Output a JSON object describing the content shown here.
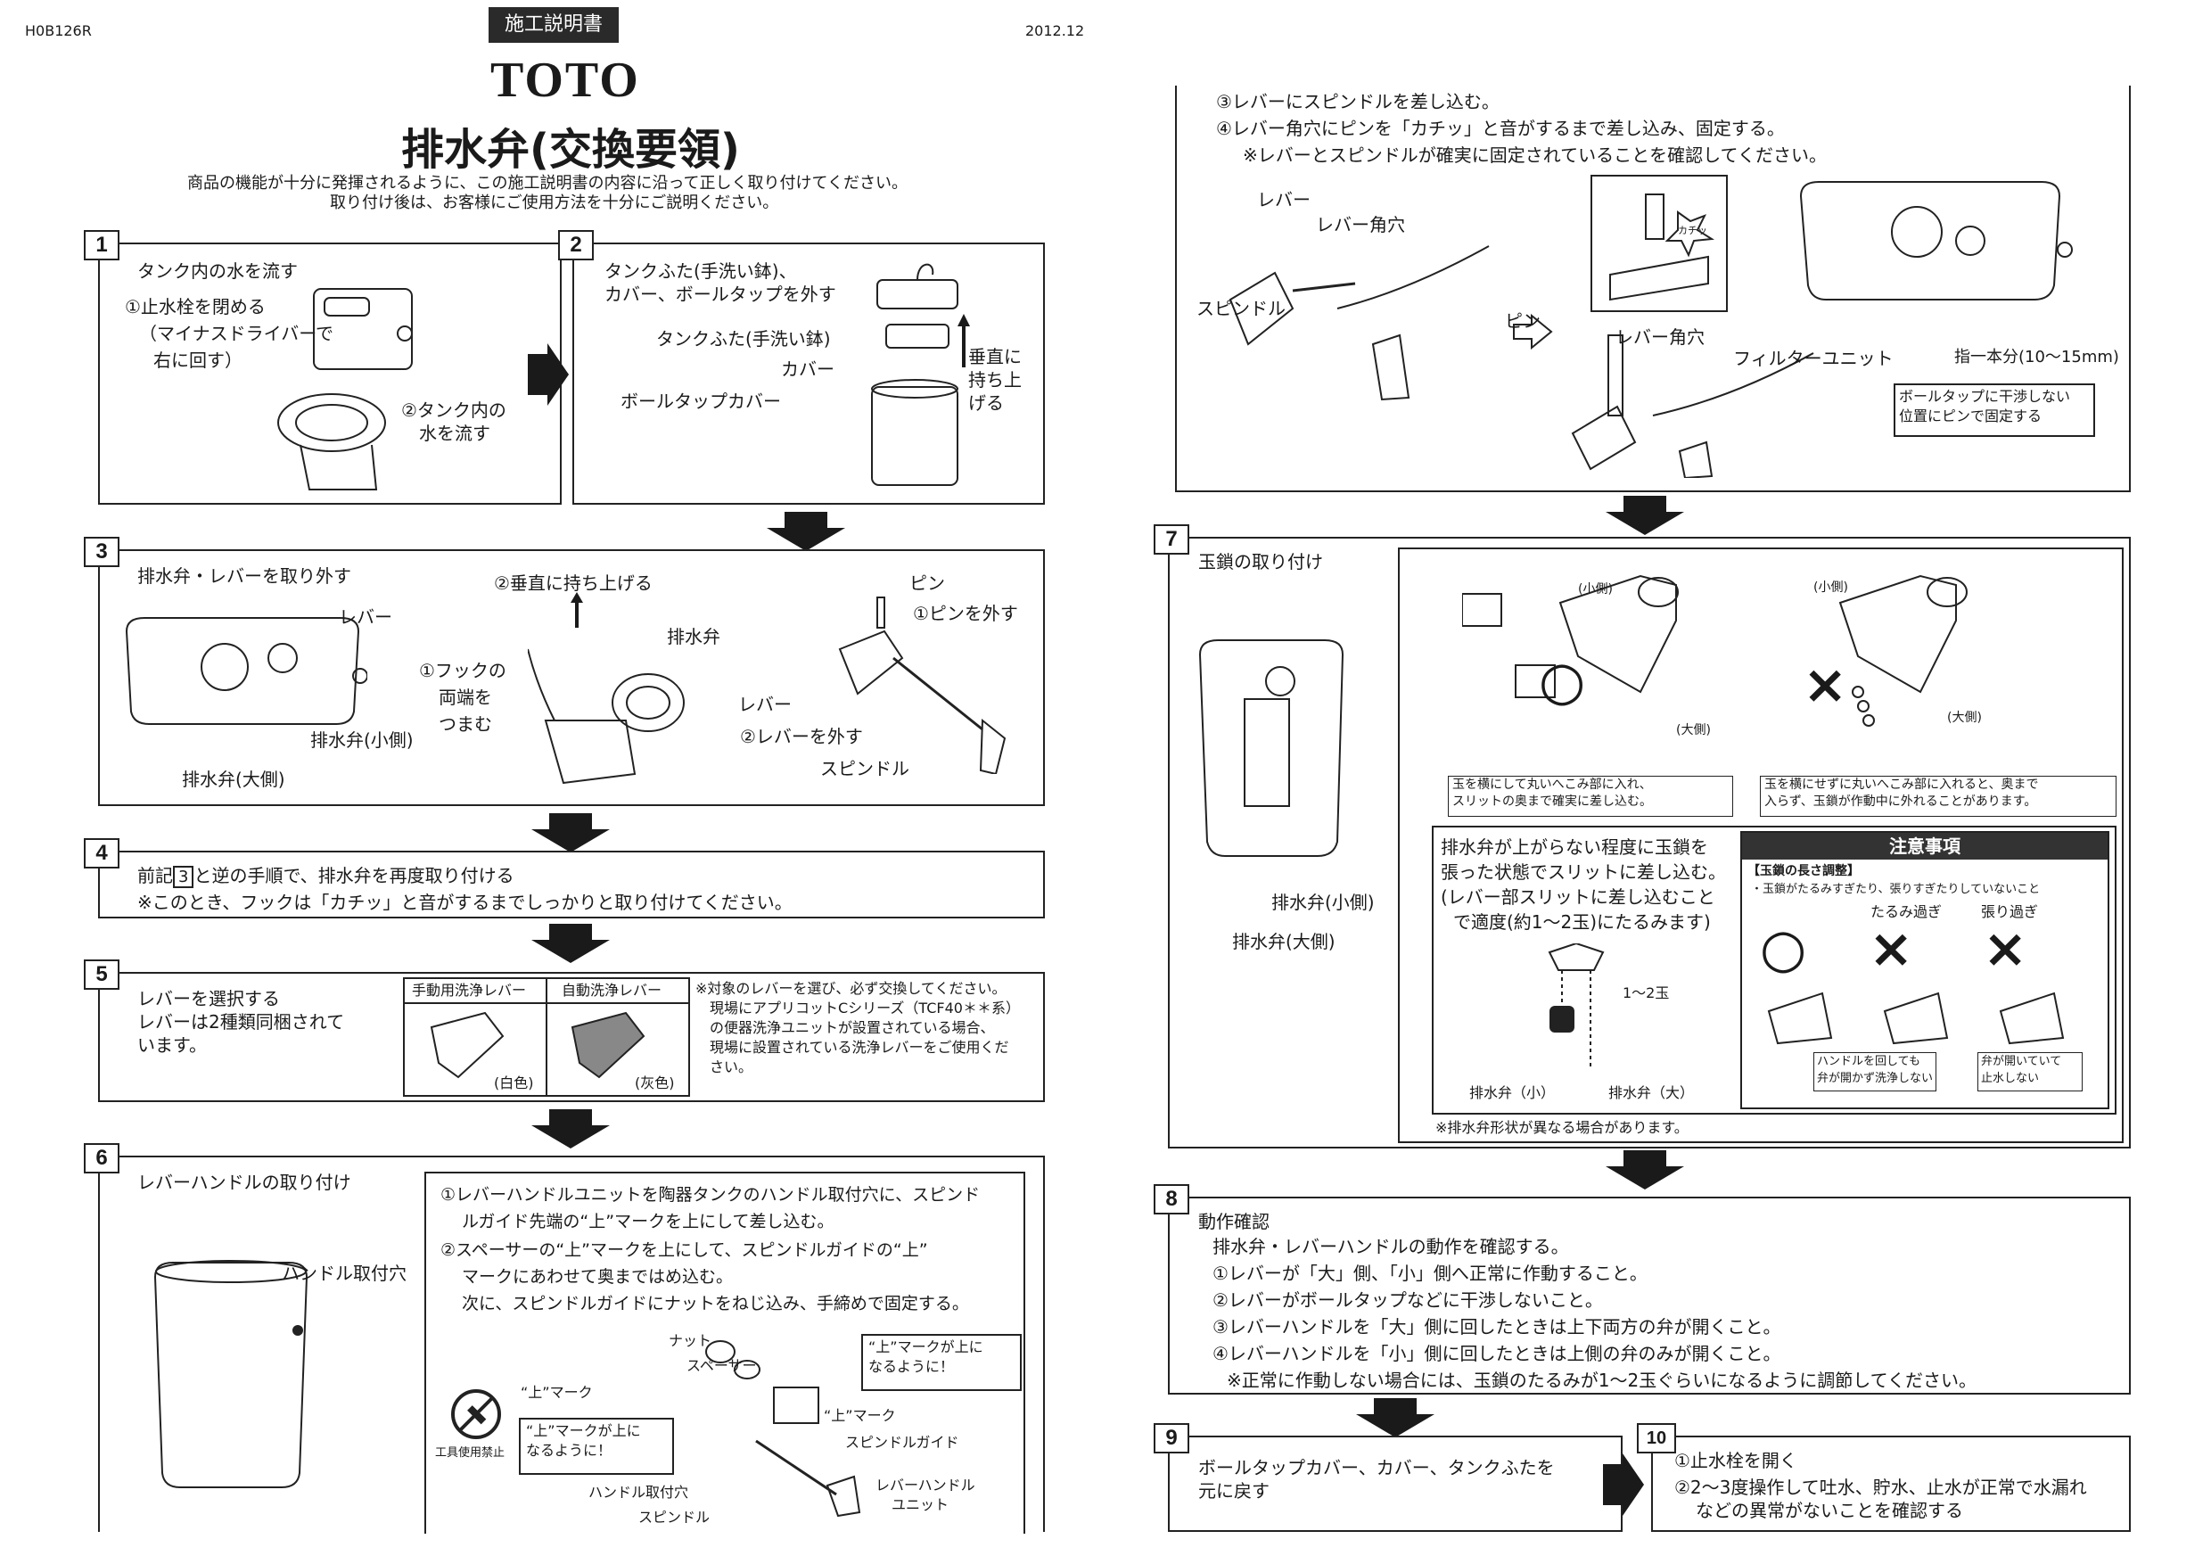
{
  "header": {
    "doc_code": "H0B126R",
    "badge": "施工説明書",
    "date": "2012.12",
    "brand": "TOTO",
    "title": "排水弁(交換要領)",
    "intro_line1": "商品の機能が十分に発揮されるように、この施工説明書の内容に沿って正しく取り付けてください。",
    "intro_line2": "取り付け後は、お客様にご使用方法を十分にご説明ください。"
  },
  "steps": {
    "s1": {
      "num": "1",
      "title": "タンク内の水を流す",
      "l1": "①止水栓を閉める",
      "l2": "（マイナスドライバーで",
      "l3": "右に回す）",
      "l4": "②タンク内の",
      "l5": "水を流す"
    },
    "s2": {
      "num": "2",
      "title1": "タンクふた(手洗い鉢)、",
      "title2": "カバー、ボールタップを外す",
      "l_lid": "タンクふた(手洗い鉢)",
      "l_cover": "カバー",
      "l_bt": "ボールタップカバー",
      "l_up1": "垂直に",
      "l_up2": "持ち上",
      "l_up3": "げる"
    },
    "s3": {
      "num": "3",
      "title": "排水弁・レバーを取り外す",
      "lever": "レバー",
      "small": "排水弁(小側)",
      "big": "排水弁(大側)",
      "lift": "②垂直に持ち上げる",
      "hook1": "①フックの",
      "hook2": "両端を",
      "hook3": "つまむ",
      "valve": "排水弁",
      "pin": "ピン",
      "pin_remove": "①ピンを外す",
      "lever2": "レバー",
      "lever_remove": "②レバーを外す",
      "spindle": "スピンドル"
    },
    "s4": {
      "num": "4",
      "line1_pre": "前記",
      "line1_ref": "3",
      "line1_post": "と逆の手順で、排水弁を再度取り付ける",
      "line2": "※このとき、フックは「カチッ」と音がするまでしっかりと取り付けてください。"
    },
    "s5": {
      "num": "5",
      "title1": "レバーを選択する",
      "title2": "レバーは2種類同梱されて",
      "title3": "います。",
      "col1": "手動用洗浄レバー",
      "col2": "自動洗浄レバー",
      "col1_color": "(白色)",
      "col2_color": "(灰色)",
      "note1": "※対象のレバーを選び、必ず交換してください。",
      "note2": "現場にアプリコットCシリーズ（TCF40＊＊系）",
      "note3": "の便器洗浄ユニットが設置されている場合、",
      "note4": "現場に設置されている洗浄レバーをご使用くだ",
      "note5": "さい。"
    },
    "s6": {
      "num": "6",
      "title": "レバーハンドルの取り付け",
      "hole": "ハンドル取付穴",
      "p1a": "①レバーハンドルユニットを陶器タンクのハンドル取付穴に、スピンド",
      "p1b": "ルガイド先端の“上”マークを上にして差し込む。",
      "p2a": "②スペーサーの“上”マークを上にして、スピンドルガイドの“上”",
      "p2b": "マークにあわせて奥まではめ込む。",
      "p2c": "次に、スピンドルガイドにナットをねじ込み、手締めで固定する。",
      "nut": "ナット",
      "spacer": "スペーサー",
      "mark1": "“上”マーク",
      "mark2": "“上”マーク",
      "callout1a": "“上”マークが上に",
      "callout1b": "なるように！",
      "callout2a": "“上”マークが上に",
      "callout2b": "なるように！",
      "guide": "スピンドルガイド",
      "hole2": "ハンドル取付穴",
      "spindle": "スピンドル",
      "unit1": "レバーハンドル",
      "unit2": "ユニット",
      "no_tool": "工具使用禁止"
    },
    "s6b": {
      "l1": "③レバーにスピンドルを差し込む。",
      "l2": "④レバー角穴にピンを「カチッ」と音がするまで差し込み、固定する。",
      "l3": "※レバーとスピンドルが確実に固定されていることを確認してください。",
      "lever": "レバー",
      "square": "レバー角穴",
      "spindle": "スピンドル",
      "pin": "ピン",
      "square2": "レバー角穴",
      "click": "カチッ",
      "filter": "フィルターユニット",
      "finger": "指一本分(10〜15mm)",
      "fix1": "ボールタップに干渉しない",
      "fix2": "位置にピンで固定する"
    },
    "s7": {
      "num": "7",
      "title": "玉鎖の取り付け",
      "small_side": "(小側)",
      "small_side2": "(小側)",
      "big_side": "(大側)",
      "big_side2": "(大側)",
      "ok_note1": "玉を横にして丸いへこみ部に入れ、",
      "ok_note2": "スリットの奥まで確実に差し込む。",
      "ng_note1": "玉を横にせずに丸いへこみ部に入れると、奥まで",
      "ng_note2": "入らず、玉鎖が作動中に外れることがあります。",
      "main1": "排水弁が上がらない程度に玉鎖を",
      "main2": "張った状態でスリットに差し込む。",
      "main3": "(レバー部スリットに差し込むこと",
      "main4": "で適度(約1〜2玉)にたるみます)",
      "chain": "1〜2玉",
      "v_small": "排水弁（小）",
      "v_big": "排水弁（大）",
      "caution": "注意事項",
      "adj": "【玉鎖の長さ調整】",
      "adj_note": "・玉鎖がたるみすぎたり、張りすぎたりしていないこと",
      "too_loose": "たるみ過ぎ",
      "too_tight": "張り過ぎ",
      "loose_note1": "ハンドルを回しても",
      "loose_note2": "弁が開かず洗浄しない",
      "tight_note1": "弁が開いていて",
      "tight_note2": "止水しない",
      "tank_small": "排水弁(小側)",
      "tank_big": "排水弁(大側)",
      "shape_note": "※排水弁形状が異なる場合があります。"
    },
    "s8": {
      "num": "8",
      "title": "動作確認",
      "l0": "排水弁・レバーハンドルの動作を確認する。",
      "l1": "①レバーが「大」側、「小」側へ正常に作動すること。",
      "l2": "②レバーがボールタップなどに干渉しないこと。",
      "l3": "③レバーハンドルを「大」側に回したときは上下両方の弁が開くこと。",
      "l4": "④レバーハンドルを「小」側に回したときは上側の弁のみが開くこと。",
      "l5": "※正常に作動しない場合には、玉鎖のたるみが1〜2玉ぐらいになるように調節してください。"
    },
    "s9": {
      "num": "9",
      "l1": "ボールタップカバー、カバー、タンクふたを",
      "l2": "元に戻す"
    },
    "s10": {
      "num": "10",
      "l1": "①止水栓を開く",
      "l2": "②2〜3度操作して吐水、貯水、止水が正常で水漏れ",
      "l3": "などの異常がないことを確認する"
    }
  },
  "symbols": {
    "ok": "○",
    "ng": "×",
    "up_kanji": "上"
  },
  "colors": {
    "ink": "#1a1a1a",
    "badge_bg": "#2a2a2a",
    "note_header_bg": "#333333"
  }
}
